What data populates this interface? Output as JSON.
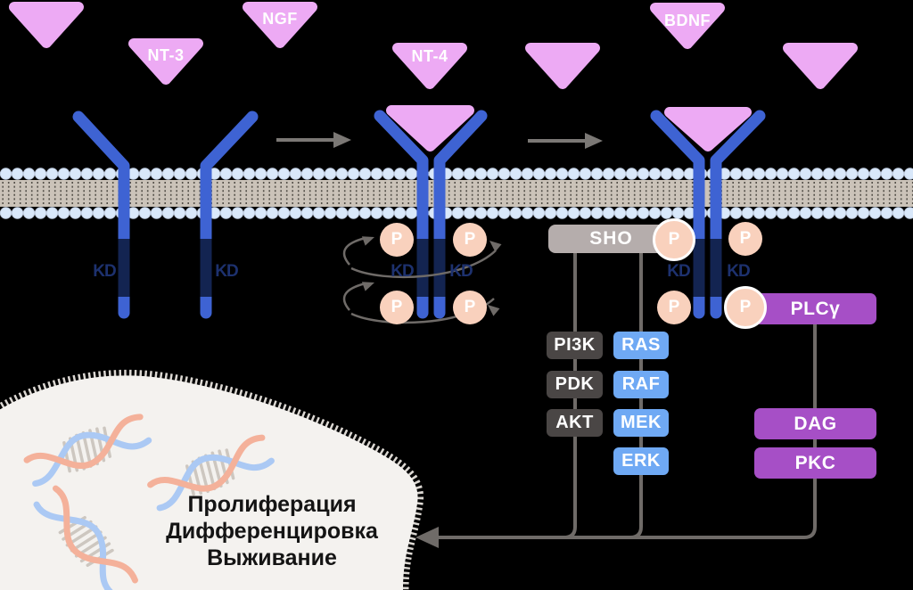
{
  "labels": {
    "kd": "KD",
    "p": "P"
  },
  "ligands": {
    "row": [
      {
        "label": ""
      },
      {
        "label": "NT-3"
      },
      {
        "label": "NGF"
      },
      {
        "label": "NT-4"
      },
      {
        "label": ""
      },
      {
        "label": "BDNF"
      },
      {
        "label": ""
      }
    ]
  },
  "adapters": {
    "sho": "SHO",
    "plcg": "PLCγ"
  },
  "cascade_pi3k": [
    "PI3K",
    "PDK",
    "AKT"
  ],
  "cascade_mapk": [
    "RAS",
    "RAF",
    "MEK",
    "ERK"
  ],
  "cascade_plc": [
    "DAG",
    "PKC"
  ],
  "outcomes": [
    "Пролиферация",
    "Дифференцировка",
    "Выживание"
  ],
  "colors": {
    "ligand": "#edaaf4",
    "receptor_blue": "#3e63d3",
    "kinase_domain_navy": "#132451",
    "phospho_peach": "#f9d1bd",
    "adapter_gray": "#b5adac",
    "cascade_dark": "#4a4645",
    "cascade_blue": "#6fa9f4",
    "cascade_purple": "#a64fc6",
    "line_gray": "#6f6b68",
    "cell_fill": "#f4f2ef"
  }
}
